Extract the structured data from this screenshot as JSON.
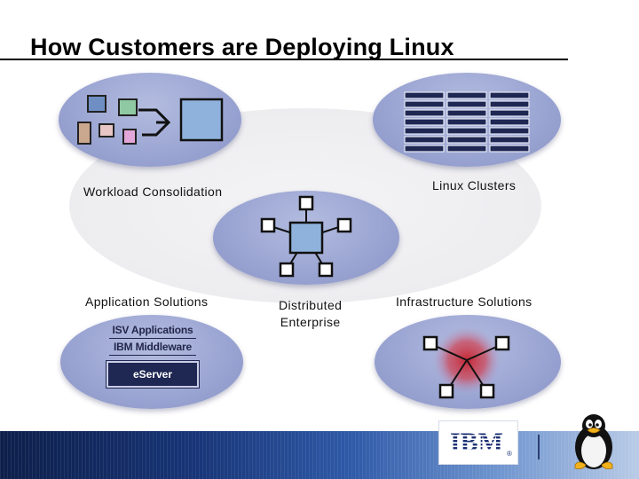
{
  "slide": {
    "title": "How Customers are Deploying Linux"
  },
  "scenarios": {
    "workload": {
      "label": "Workload Consolidation"
    },
    "clusters": {
      "label": "Linux Clusters"
    },
    "apps": {
      "label": "Application Solutions",
      "stack": [
        "ISV Applications",
        "IBM Middleware",
        "eServer"
      ]
    },
    "distributed": {
      "label_line1": "Distributed",
      "label_line2": "Enterprise"
    },
    "infrastructure": {
      "label": "Infrastructure Solutions"
    }
  },
  "footer": {
    "logo_text": "IBM",
    "logo_mark": "®"
  },
  "icons": [
    "workload-consolidation-icon",
    "cluster-grid-icon",
    "distributed-network-icon",
    "infrastructure-hub-icon",
    "tux-penguin-icon"
  ],
  "colors": {
    "ellipse": "#9aa4d2",
    "node_fill": "#ffffff",
    "node_stroke": "#1a1a1a",
    "hub_blue": "#8fb2dc",
    "glow_red": "#d0303a",
    "cluster_server": "#1f2753"
  }
}
